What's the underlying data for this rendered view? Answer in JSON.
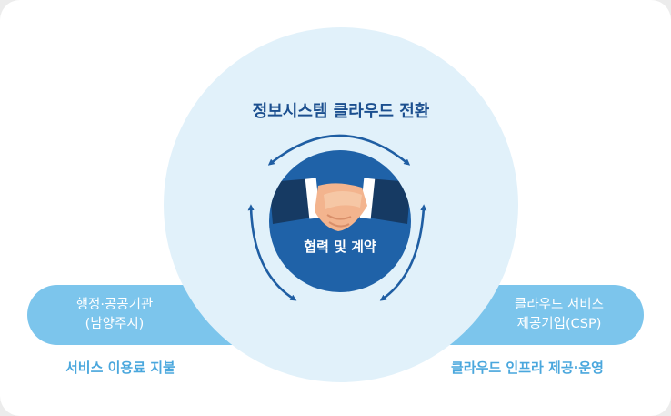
{
  "diagram": {
    "title": "정보시스템 클라우드 전환",
    "center_label": "협력 및 계약",
    "left_party": {
      "line1": "행정·공공기관",
      "line2": "(남양주시)",
      "caption": "서비스 이용료 지불"
    },
    "right_party": {
      "line1": "클라우드 서비스",
      "line2": "제공기업(CSP)",
      "caption": "클라우드 인프라 제공·운영"
    },
    "center_icon": "handshake-icon",
    "arrow_icon": "double-arrow-icon"
  },
  "colors": {
    "title": "#1b4f8f",
    "pill": "#7cc5ec",
    "caption": "#4aa7dd",
    "outer_circle": "#e1f1fa",
    "inner_circle": "#1f62a8",
    "arrow": "#1f5ea3"
  }
}
